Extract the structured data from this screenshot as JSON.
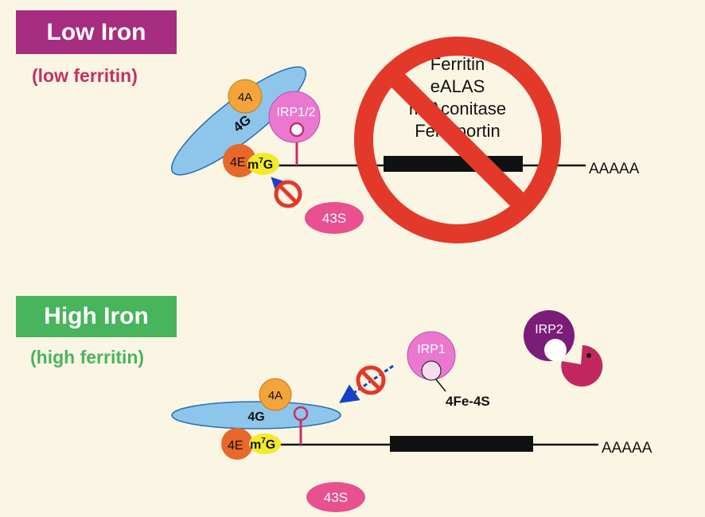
{
  "low": {
    "title": "Low Iron",
    "subtitle": "(low ferritin)",
    "factor_4a": "4A",
    "factor_4g": "4G",
    "factor_4e": "4E",
    "cap": "m",
    "cap_sup": "7",
    "cap_g": "G",
    "irp": "IRP1/2",
    "ribosome": "43S",
    "tail": "AAAAA",
    "targets": [
      "Ferritin",
      "eALAS",
      "m-Aconitase",
      "Ferroportin"
    ]
  },
  "high": {
    "title": "High Iron",
    "subtitle": "(high ferritin)",
    "factor_4a": "4A",
    "factor_4g": "4G",
    "factor_4e": "4E",
    "cap": "m",
    "cap_sup": "7",
    "cap_g": "G",
    "irp1": "IRP1",
    "irp2": "IRP2",
    "cluster": "4Fe-4S",
    "ribosome": "43S",
    "tail": "AAAAA"
  },
  "colors": {
    "low_badge": "#a62d80",
    "high_badge": "#48b45c",
    "factor_4a": "#f4a43a",
    "factor_4g": "#8ec5ea",
    "factor_4e": "#e8672b",
    "cap": "#f3ea2c",
    "irp": "#ea78cf",
    "irp2": "#7b1c78",
    "ribosome": "#e8508f",
    "prohibit": "#e3392b",
    "arrow": "#1740c9"
  }
}
